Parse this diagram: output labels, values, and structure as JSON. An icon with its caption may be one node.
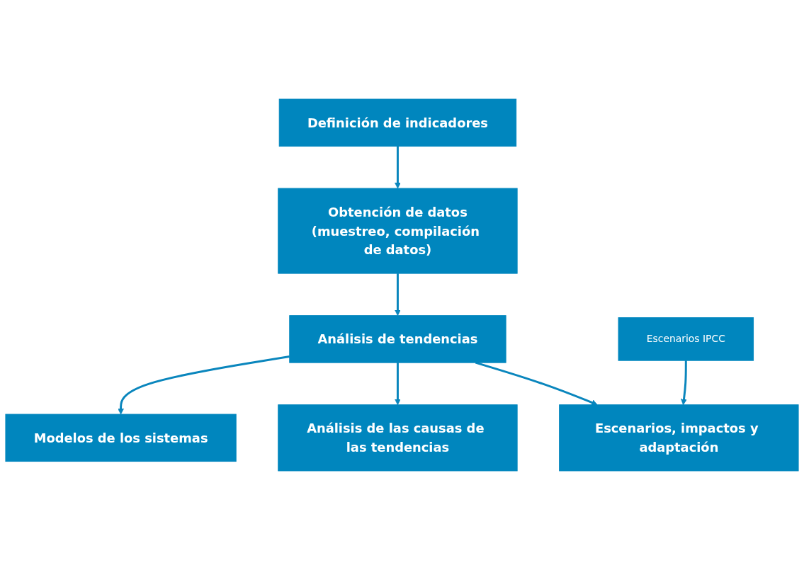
{
  "diagram": {
    "nodes": [
      {
        "text": [
          "Definición de indicadores"
        ]
      },
      {
        "text": [
          "Obtención de datos",
          "(muestreo, compilación de datos)"
        ]
      },
      {
        "text": [
          "Análisis de tendencias"
        ]
      },
      {
        "text": [
          "Modelos de los sistemas"
        ]
      },
      {
        "text": [
          "Análisis de las causas de las tendencias"
        ]
      },
      {
        "text": [
          "Escenarios, impactos y adaptación"
        ]
      },
      {
        "text": [
          "Escenarios IPCC"
        ]
      }
    ],
    "edges": [
      {
        "from": 0,
        "to": 1,
        "arrow": "to"
      },
      {
        "from": 1,
        "to": 2,
        "arrow": "to"
      },
      {
        "from": 2,
        "to": 3,
        "arrow": "to"
      },
      {
        "from": 2,
        "to": 4,
        "arrow": "to"
      },
      {
        "from": 2,
        "to": 5,
        "arrow": "to"
      },
      {
        "from": 6,
        "to": 5,
        "arrow": "to"
      }
    ]
  }
}
